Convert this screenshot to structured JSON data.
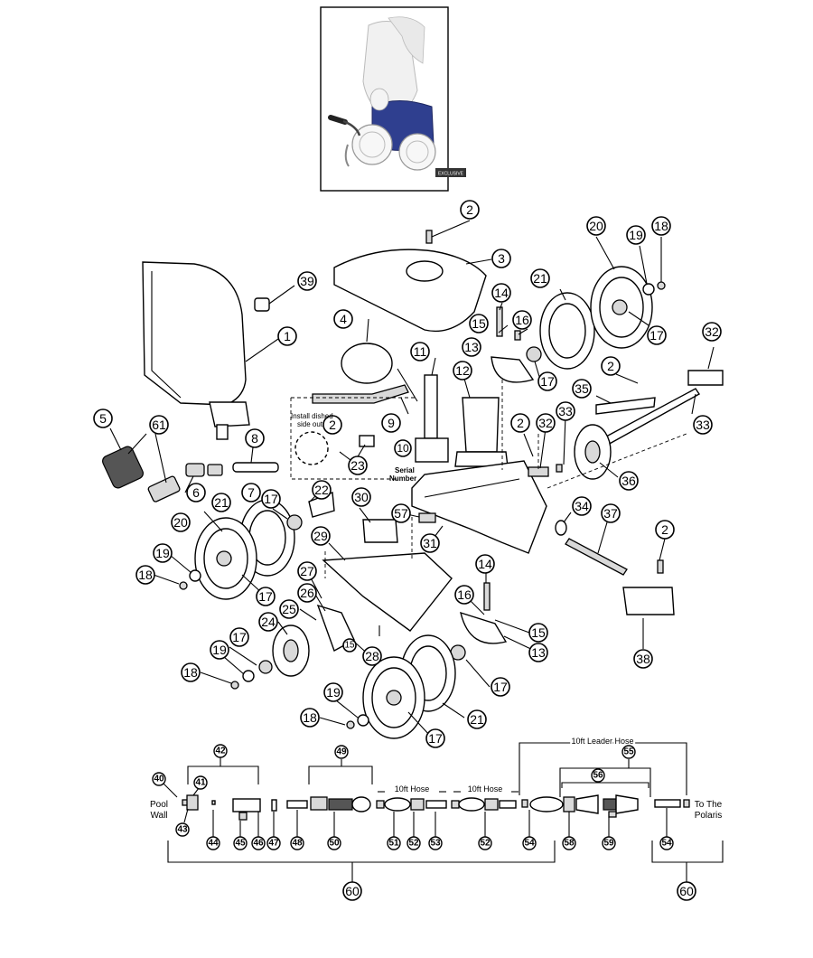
{
  "notes": {
    "install_dished_1": "Install dished",
    "install_dished_2": "side out",
    "serial_1": "Serial",
    "serial_2": "Number",
    "leader_hose": "10ft Leader Hose",
    "hose_1": "10ft Hose",
    "hose_2": "10ft Hose",
    "pool_1": "Pool",
    "pool_2": "Wall",
    "to_1": "To The",
    "to_2": "Polaris",
    "product_badge": "EXCLUSIVE"
  },
  "callouts": {
    "c1": "1",
    "c2a": "2",
    "c2b": "2",
    "c2c": "2",
    "c2d": "2",
    "c2e": "2",
    "c3": "3",
    "c4": "4",
    "c5": "5",
    "c6": "6",
    "c7": "7",
    "c8": "8",
    "c9": "9",
    "c10": "10",
    "c11": "11",
    "c12": "12",
    "c13a": "13",
    "c13b": "13",
    "c14a": "14",
    "c14b": "14",
    "c15a": "15",
    "c15b": "15",
    "c15c": "15",
    "c16a": "16",
    "c16b": "16",
    "c17a": "17",
    "c17b": "17",
    "c17c": "17",
    "c17d": "17",
    "c17e": "17",
    "c17f": "17",
    "c17g": "17",
    "c18a": "18",
    "c18b": "18",
    "c18c": "18",
    "c18d": "18",
    "c19a": "19",
    "c19b": "19",
    "c19c": "19",
    "c19d": "19",
    "c20a": "20",
    "c20b": "20",
    "c21a": "21",
    "c21b": "21",
    "c21c": "21",
    "c22": "22",
    "c23": "23",
    "c24": "24",
    "c25": "25",
    "c26": "26",
    "c27": "27",
    "c28": "28",
    "c29": "29",
    "c30": "30",
    "c31": "31",
    "c32a": "32",
    "c32b": "32",
    "c33a": "33",
    "c33b": "33",
    "c34": "34",
    "c35": "35",
    "c36": "36",
    "c37": "37",
    "c38": "38",
    "c39": "39",
    "c57": "57",
    "c61": "61",
    "h40": "40",
    "h41": "41",
    "h42": "42",
    "h43": "43",
    "h44": "44",
    "h45": "45",
    "h46": "46",
    "h47": "47",
    "h48": "48",
    "h49": "49",
    "h50": "50",
    "h51": "51",
    "h52a": "52",
    "h52b": "52",
    "h53": "53",
    "h54a": "54",
    "h54b": "54",
    "h55": "55",
    "h56": "56",
    "h58": "58",
    "h59": "59",
    "h60a": "60",
    "h60b": "60"
  }
}
